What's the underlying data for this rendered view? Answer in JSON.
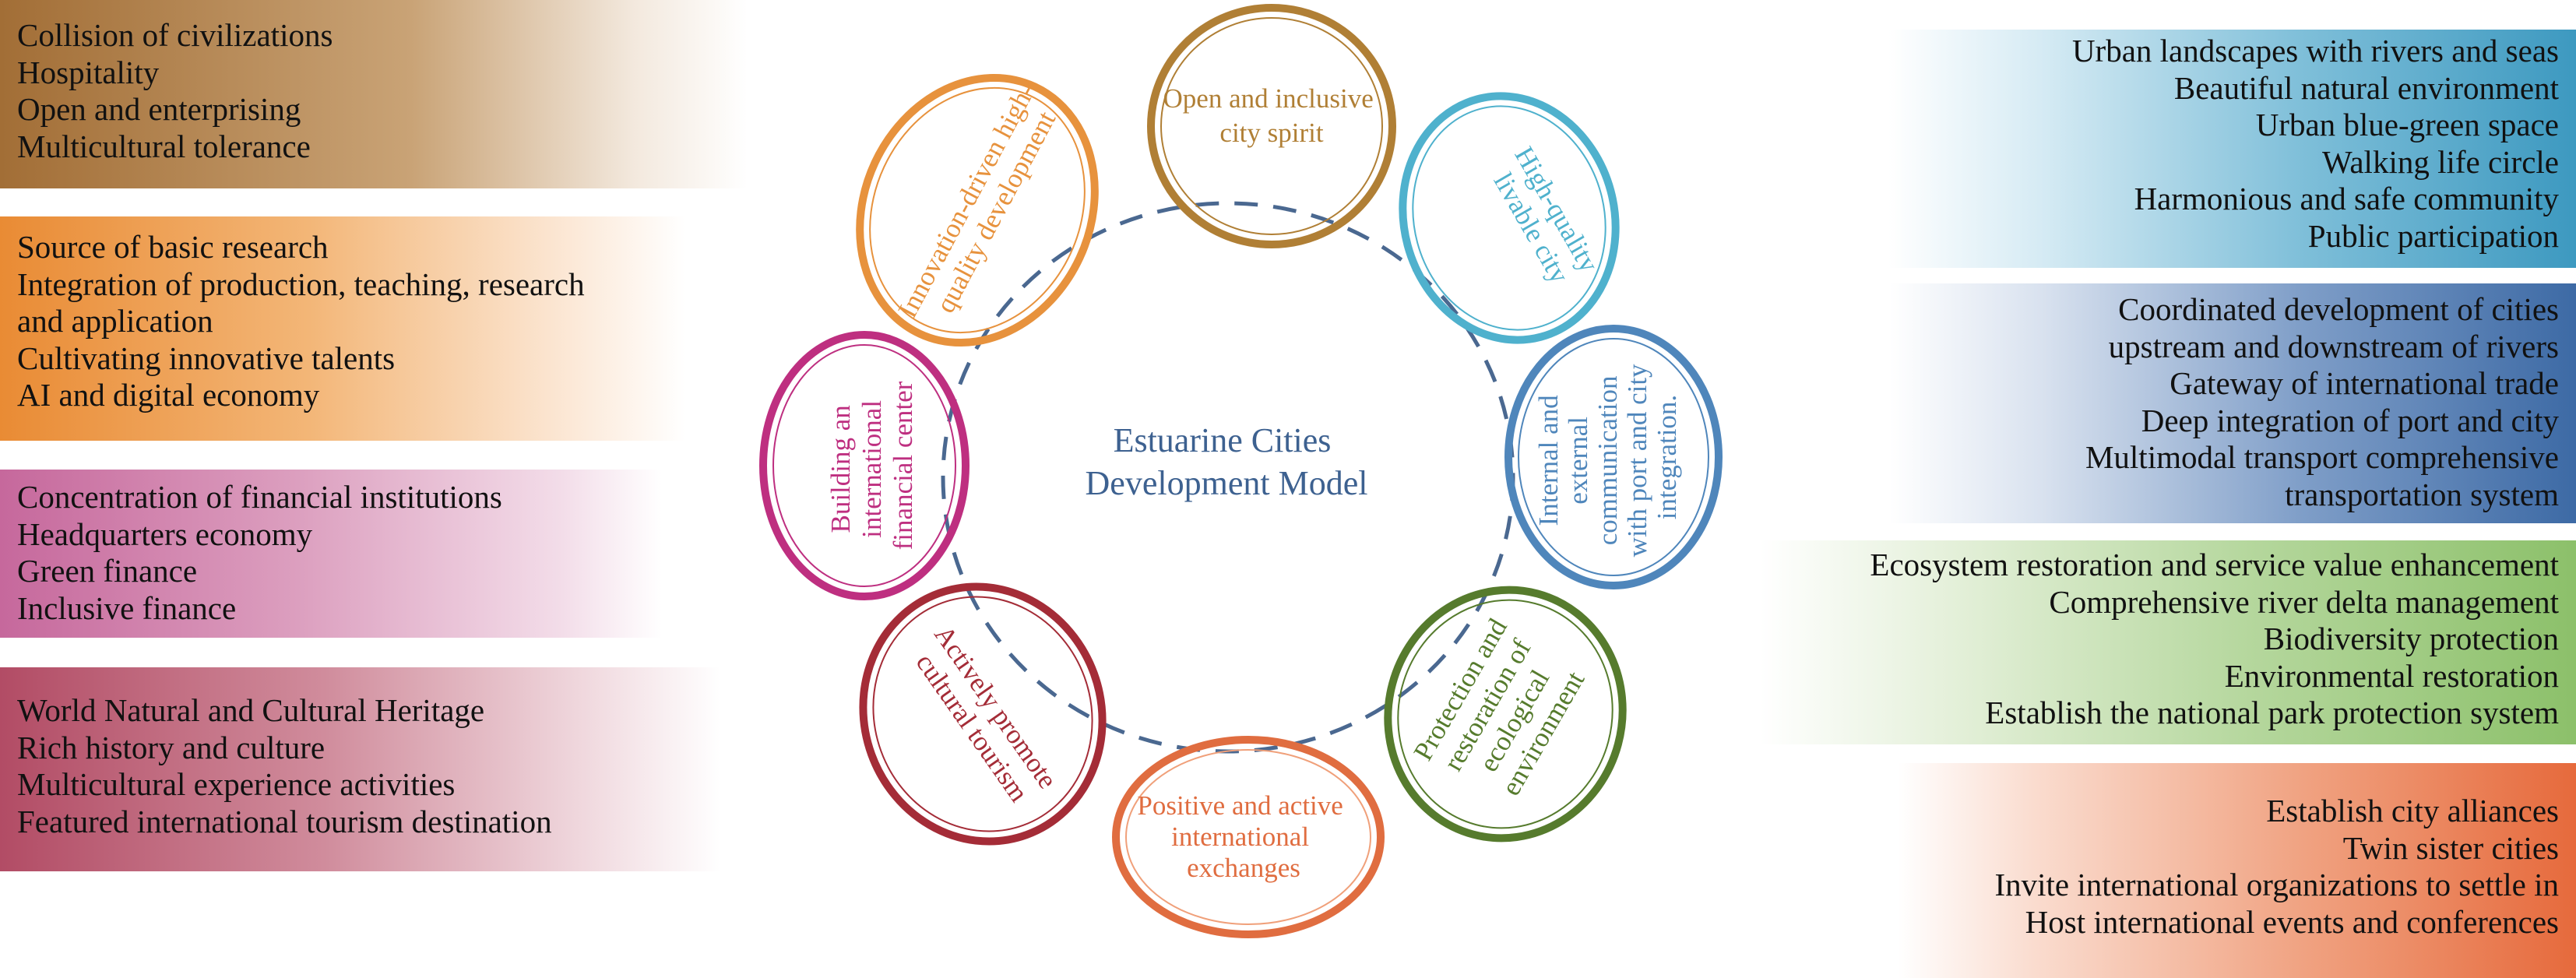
{
  "center_title": [
    "Estuarine Cities",
    "Development Model"
  ],
  "rings": [
    {
      "id": "spirit",
      "lines": [
        "Open and inclusive",
        "city spirit"
      ],
      "color": "#b07f35"
    },
    {
      "id": "livable",
      "lines": [
        "High-quality",
        "livable city"
      ],
      "color": "#4fb1cd"
    },
    {
      "id": "port",
      "lines": [
        "Internal and",
        "external",
        "communication",
        "with port and city",
        "integration."
      ],
      "color": "#4f86bb"
    },
    {
      "id": "ecology",
      "lines": [
        "Protection and",
        "restoration of",
        "ecological",
        "environment"
      ],
      "color": "#567b2d"
    },
    {
      "id": "exchange",
      "lines": [
        "Positive and active",
        "international",
        "exchanges"
      ],
      "color": "#e06d40"
    },
    {
      "id": "tourism",
      "lines": [
        "Actively promote",
        "cultural tourism"
      ],
      "color": "#a42c37"
    },
    {
      "id": "finance",
      "lines": [
        "Building an",
        "international",
        "financial center"
      ],
      "color": "#be2f80"
    },
    {
      "id": "innovation",
      "lines": [
        "Innovation-driven high-",
        "quality development"
      ],
      "color": "#e7923d"
    }
  ],
  "left_panels": [
    {
      "id": "culture",
      "lines": [
        "Collision of civilizations",
        "Hospitality",
        "Open and enterprising",
        "Multicultural tolerance"
      ],
      "color": "#a0703a"
    },
    {
      "id": "research",
      "lines": [
        "Source of basic research",
        "Integration of production, teaching, research",
        "and application",
        "Cultivating innovative talents",
        "AI and digital economy"
      ],
      "color": "#e8913f"
    },
    {
      "id": "finance",
      "lines": [
        "Concentration of financial institutions",
        "Headquarters economy",
        "Green finance",
        "Inclusive finance"
      ],
      "color": "#c05a90"
    },
    {
      "id": "heritage",
      "lines": [
        "World Natural and Cultural Heritage",
        "Rich history and culture",
        "Multicultural experience activities",
        "Featured international tourism destination"
      ],
      "color": "#b04a62"
    }
  ],
  "right_panels": [
    {
      "id": "landscape",
      "lines": [
        "Urban landscapes with rivers and seas",
        "Beautiful natural environment",
        "Urban blue-green space",
        "Walking life circle",
        "Harmonious and safe community",
        "Public participation"
      ],
      "color": "#4aa3c4"
    },
    {
      "id": "trade",
      "lines": [
        "Coordinated development of cities",
        "upstream and downstream of rivers",
        "Gateway of international trade",
        "Deep integration of port and city",
        "Multimodal transport comprehensive",
        "transportation system"
      ],
      "color": "#3f6fa8"
    },
    {
      "id": "ecosystem",
      "lines": [
        "Ecosystem restoration and service value enhancement",
        "Comprehensive river delta management",
        "Biodiversity protection",
        "Environmental restoration",
        "Establish the national park protection system"
      ],
      "color": "#8dbf6a"
    },
    {
      "id": "alliances",
      "lines": [
        "Establish city alliances",
        "Twin sister cities",
        "Invite international organizations to settle in",
        "Host international events and conferences"
      ],
      "color": "#e56a3e"
    }
  ]
}
